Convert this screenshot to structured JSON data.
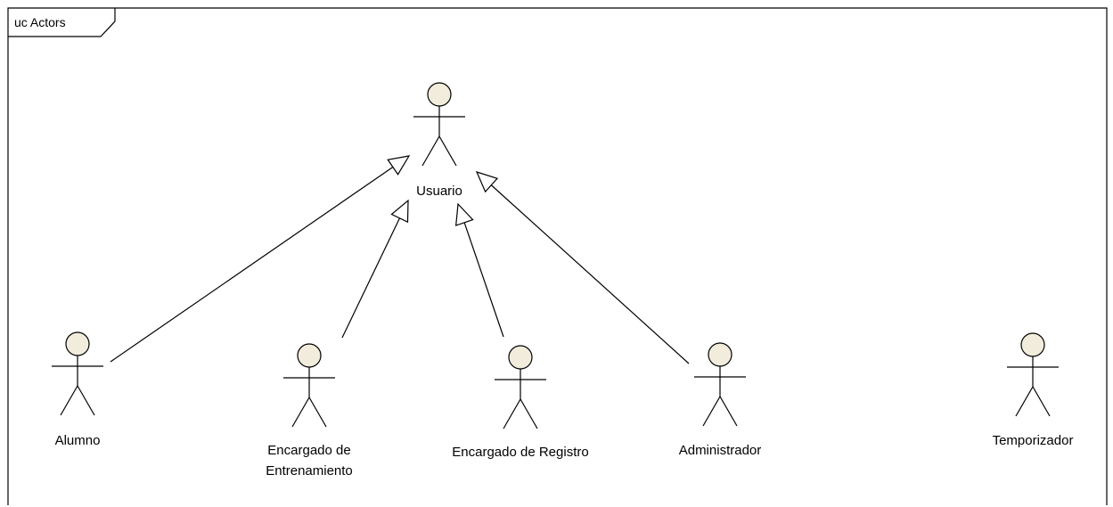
{
  "diagram": {
    "frame_label": "uc Actors",
    "actors": [
      {
        "id": "usuario",
        "label_lines": [
          "Usuario"
        ]
      },
      {
        "id": "alumno",
        "label_lines": [
          "Alumno"
        ]
      },
      {
        "id": "encargado-entrenamiento",
        "label_lines": [
          "Encargado de",
          "Entrenamiento"
        ]
      },
      {
        "id": "encargado-registro",
        "label_lines": [
          "Encargado de Registro"
        ]
      },
      {
        "id": "administrador",
        "label_lines": [
          "Administrador"
        ]
      },
      {
        "id": "temporizador",
        "label_lines": [
          "Temporizador"
        ]
      }
    ],
    "generalizations": [
      {
        "from": "alumno",
        "to": "usuario"
      },
      {
        "from": "encargado-entrenamiento",
        "to": "usuario"
      },
      {
        "from": "encargado-registro",
        "to": "usuario"
      },
      {
        "from": "administrador",
        "to": "usuario"
      }
    ]
  }
}
